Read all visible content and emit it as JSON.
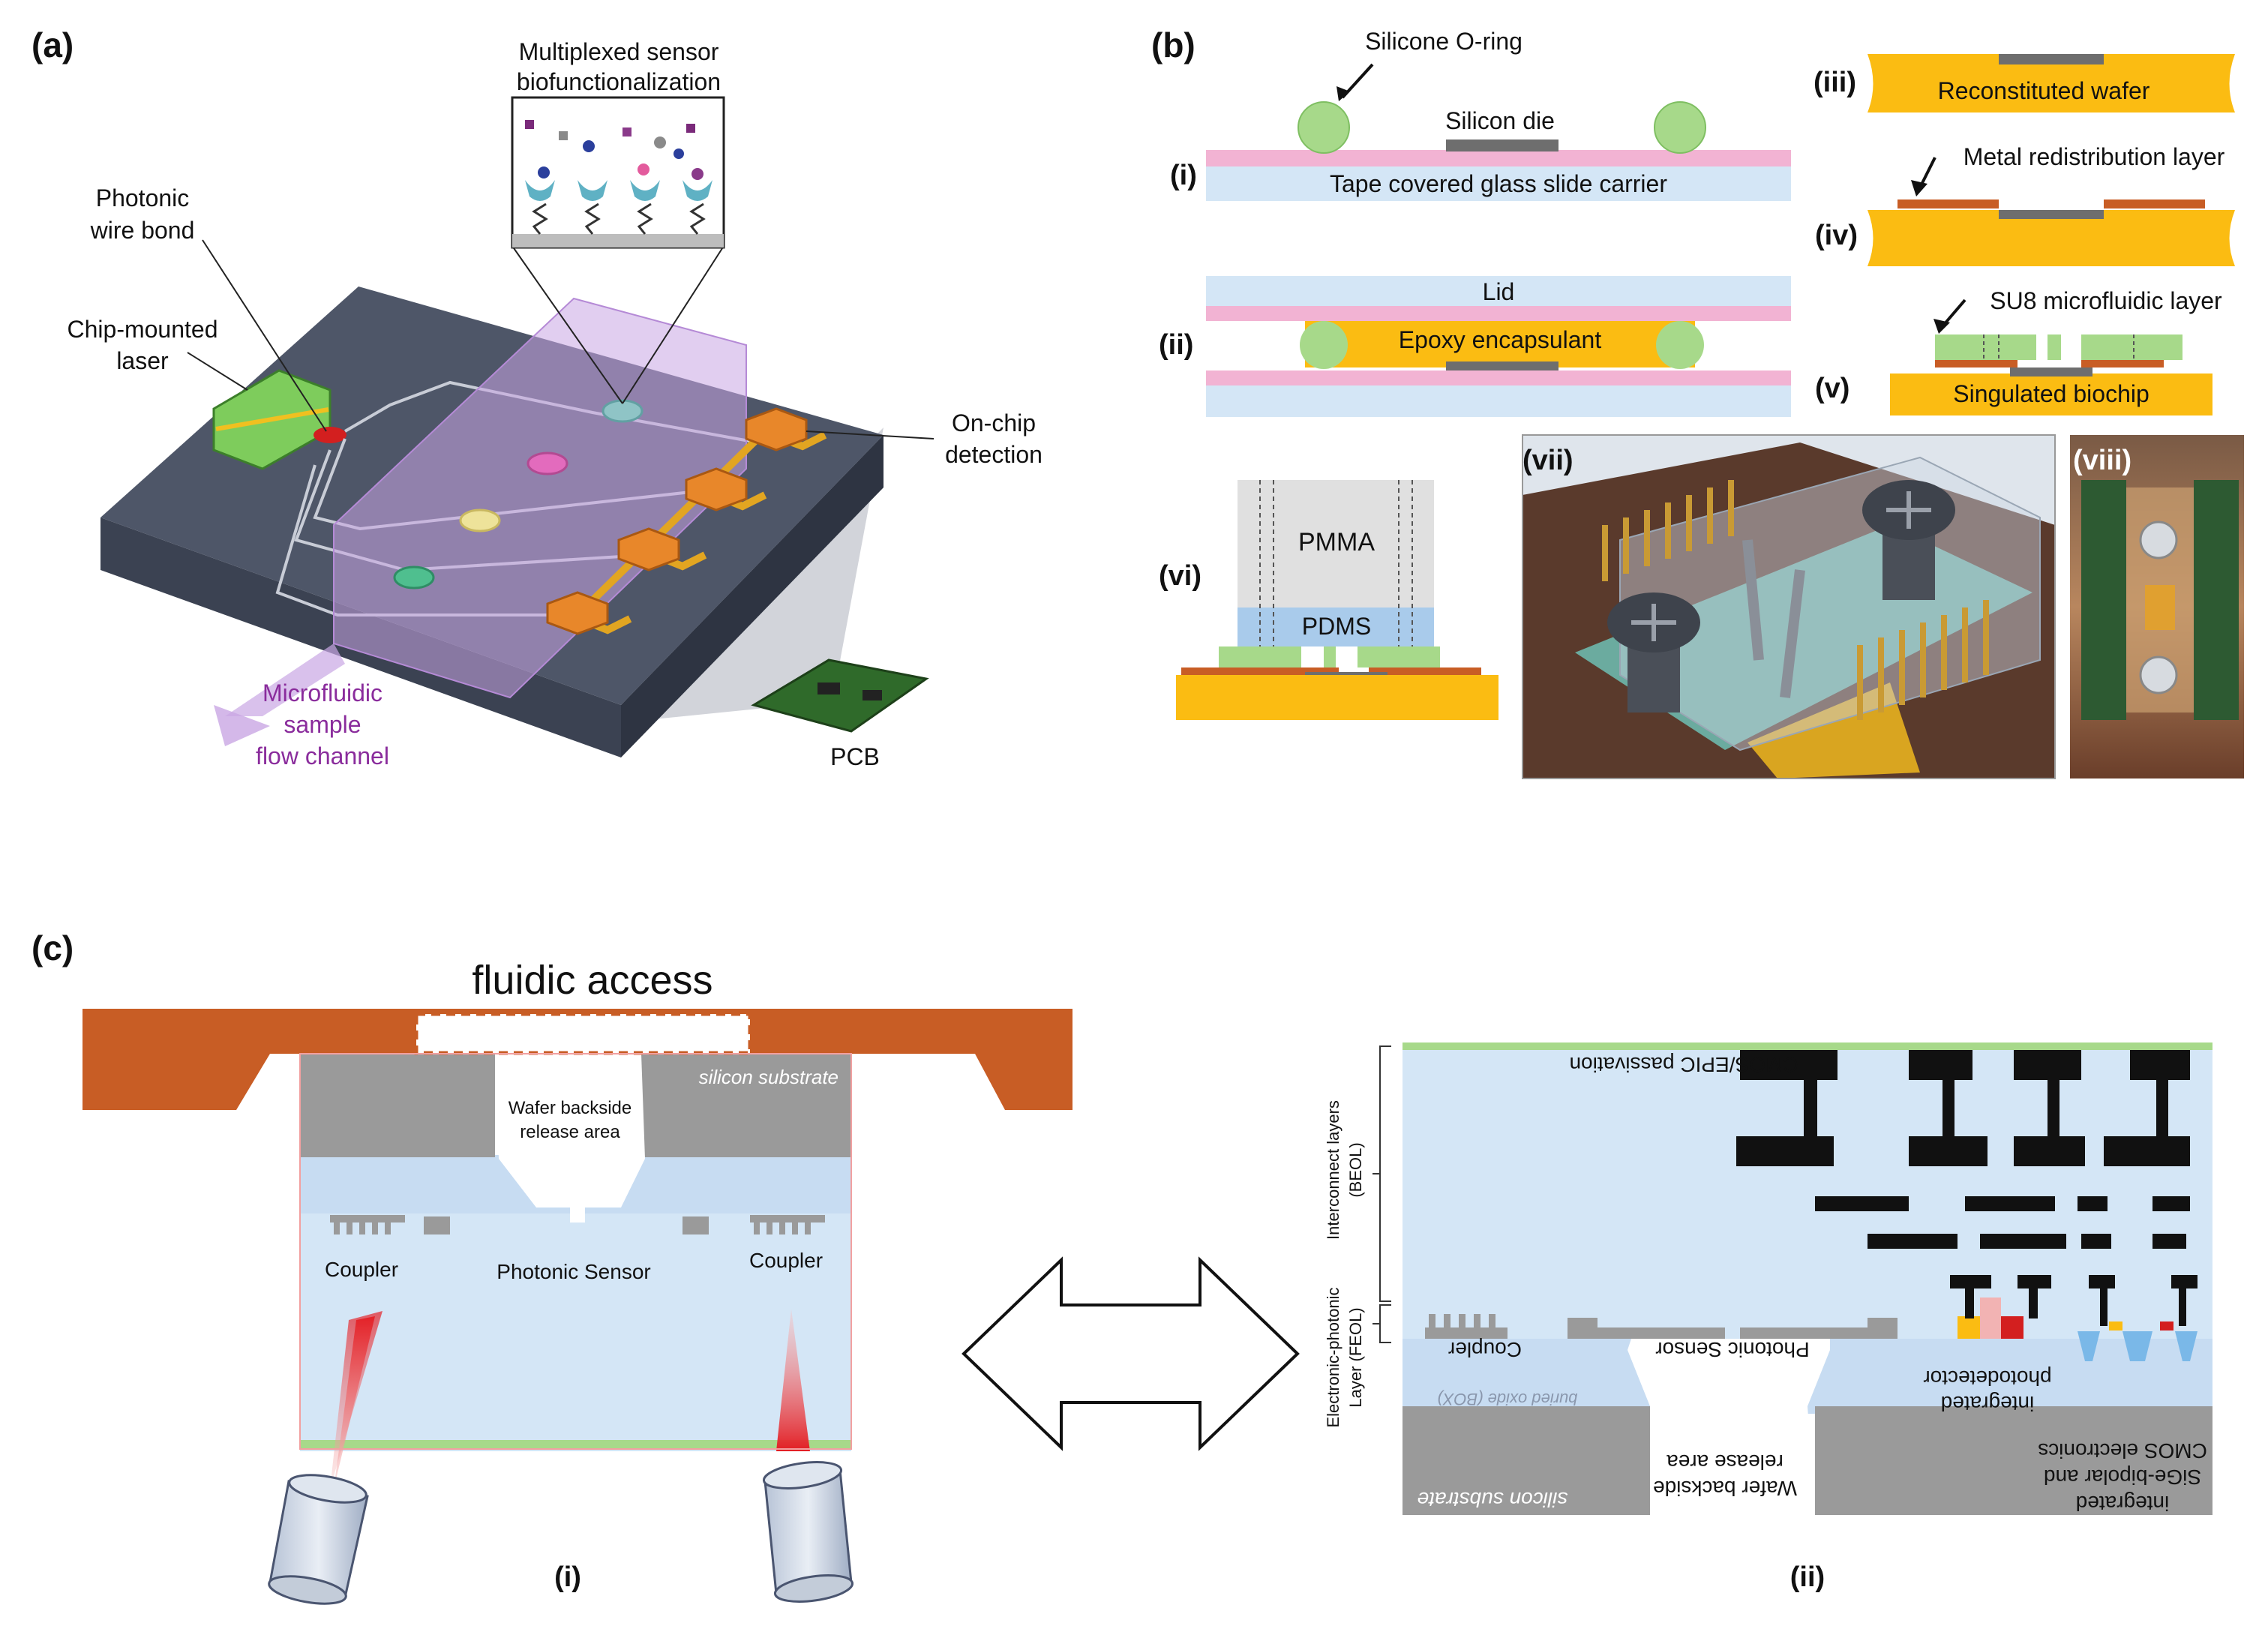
{
  "panel_a": {
    "label": "(a)",
    "multiplexed": "Multiplexed sensor",
    "biofunc": "biofunctionalization",
    "photonic_wire_1": "Photonic",
    "photonic_wire_2": "wire bond",
    "laser_1": "Chip-mounted",
    "laser_2": "laser",
    "onchip_1": "On-chip",
    "onchip_2": "detection",
    "micro_1": "Microfluidic",
    "micro_2": "sample",
    "micro_3": "flow channel",
    "pcb": "PCB"
  },
  "panel_b": {
    "label": "(b)",
    "i": "(i)",
    "ii": "(ii)",
    "iii": "(iii)",
    "iv": "(iv)",
    "v": "(v)",
    "vi": "(vi)",
    "vii": "(vii)",
    "viii": "(viii)",
    "oring": "Silicone O-ring",
    "die": "Silicon die",
    "tape": "Tape covered glass slide carrier",
    "lid": "Lid",
    "epoxy": "Epoxy encapsulant",
    "recon": "Reconstituted wafer",
    "metal": "Metal redistribution layer",
    "su8": "SU8 microfluidic layer",
    "singulated": "Singulated biochip",
    "pmma": "PMMA",
    "pdms": "PDMS"
  },
  "panel_c": {
    "label": "(c)",
    "fluidic": "fluidic access",
    "si_sub": "silicon substrate",
    "release_1": "Wafer backside",
    "release_2": "release area",
    "coupler_l": "Coupler",
    "coupler_r": "Coupler",
    "sensor": "Photonic Sensor",
    "sub_i": "(i)",
    "sub_ii": "(ii)",
    "passivation": "CMOS/EPIC passivation",
    "beol_1": "Interconnect layers",
    "beol_2": "(BEOL)",
    "feol_1": "Electronic-photonic",
    "feol_2": "Layer (FEOL)",
    "coupler_ii": "Coupler",
    "sensor_ii": "Photonic Sensor",
    "photodet_1": "integrated",
    "photodet_2": "photodetector",
    "box": "buried oxide (BOX)",
    "si_sub_ii": "silicon substrate",
    "release_ii_1": "Wafer backside",
    "release_ii_2": "release area",
    "cmos_1": "integrated",
    "cmos_2": "SiGe-bipolar and",
    "cmos_3": "CMOS electronics"
  },
  "colors": {
    "chip": "#4d5566",
    "purple": "#c9a6e4",
    "orange": "#e8872a",
    "gold": "#fbbc12",
    "pink": "#f2b3d3",
    "lightblue": "#d4e6f6",
    "green": "#a7d98a",
    "copper": "#c85d25",
    "gray": "#9a9a9a"
  }
}
